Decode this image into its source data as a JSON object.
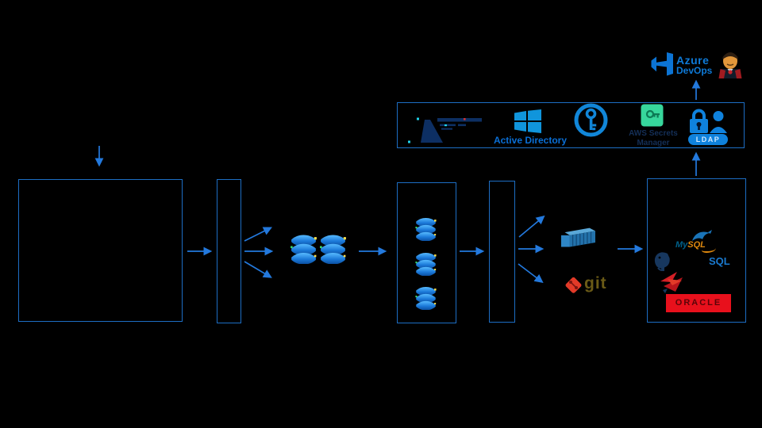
{
  "diagram_type": "ci-cd-database-architecture",
  "colors": {
    "background": "#000000",
    "box_border_blue": "#1d6ec4",
    "arrow_blue": "#2379dd",
    "windows_blue": "#1095dc",
    "active_directory_text_blue": "#0a6fd6",
    "key_icon_blue": "#1186d8",
    "aws_green": "#37d79c",
    "ldap_blue": "#0f82dd",
    "azure_devops_blue": "#0e7ad8",
    "git_red": "#e23a28",
    "git_text_olive": "#6a5a16",
    "mysql_blue": "#00618a",
    "mysql_orange": "#df890e",
    "sql_server_blue": "#1a7ad0",
    "postgres_navy": "#17375e",
    "oracle_red": "#e8101c",
    "database_icon_blue": "#2196f3",
    "container_blue": "#2e86c6",
    "dark_logo_navy": "#0d2f63"
  },
  "identity_box": {
    "active_directory_label": "Active Directory",
    "aws_secrets_manager_label_line1": "AWS Secrets",
    "aws_secrets_manager_label_line2": "Manager",
    "ldap_label": "LDAP"
  },
  "cicd": {
    "azure_devops_line1": "Azure",
    "azure_devops_line2": "DevOps"
  },
  "version_control": {
    "git_label": "git"
  },
  "databases": {
    "mysql_prefix": "My",
    "mysql_suffix": "SQL",
    "sql_server_label": "SQL",
    "oracle_label": "ORACLE"
  },
  "icons": [
    "dark-sail-logo-icon",
    "windows-flag-icon",
    "key-in-circle-icon",
    "aws-secrets-manager-icon",
    "ldap-lock-person-icon",
    "azure-devops-logo-icon",
    "jenkins-butler-icon",
    "database-stack-icon",
    "shipping-container-icon",
    "git-diamond-icon",
    "mysql-dolphin-icon",
    "postgresql-elephant-icon",
    "red-fish-logo-icon"
  ]
}
